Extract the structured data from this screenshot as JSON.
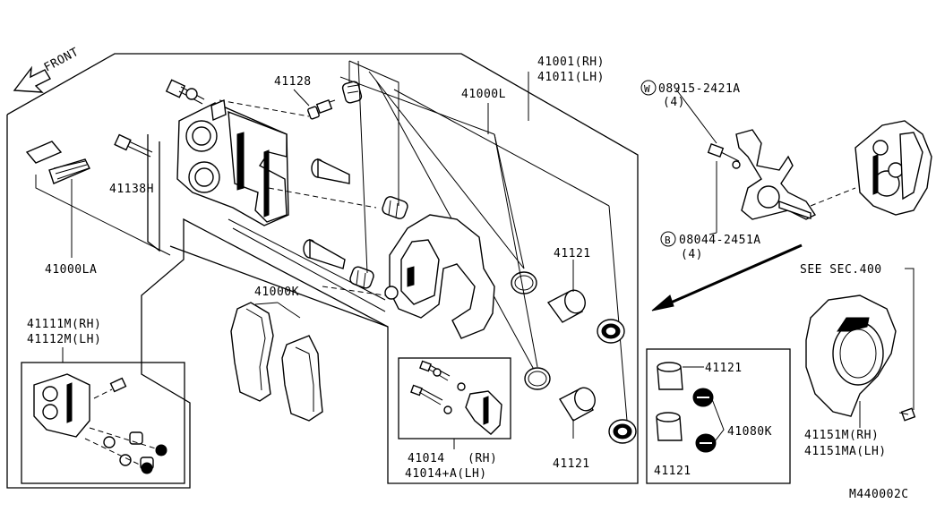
{
  "front_label": "FRONT",
  "diagram_code": "M440002C",
  "see_section": "SEE SEC.400",
  "parts": {
    "caliper_assy_rh": "41001(RH)",
    "caliper_assy_lh": "41011(LH)",
    "caliper_body": "41000L",
    "bleeder": "41128",
    "pin_bolt": "41138H",
    "pad_kit": "41000LA",
    "pads": "41000K",
    "torque_member_rh": "41111M(RH)",
    "torque_member_lh": "41112M(LH)",
    "pin_kit_label": "41014",
    "pin_kit_rh": "(RH)",
    "pin_kit_lh": "41014+A(LH)",
    "piston_upper": "41121",
    "piston_lower": "41121",
    "piston_kit_piston_top": "41121",
    "piston_kit_piston_bottom": "41121",
    "seal_kit": "41080K",
    "washer_code": "W",
    "washer_part": "08915-2421A",
    "washer_qty": "(4)",
    "bolt_code": "B",
    "bolt_part": "08044-2451A",
    "bolt_qty": "(4)",
    "plate_rh": "41151M(RH)",
    "plate_lh": "41151MA(LH)"
  }
}
